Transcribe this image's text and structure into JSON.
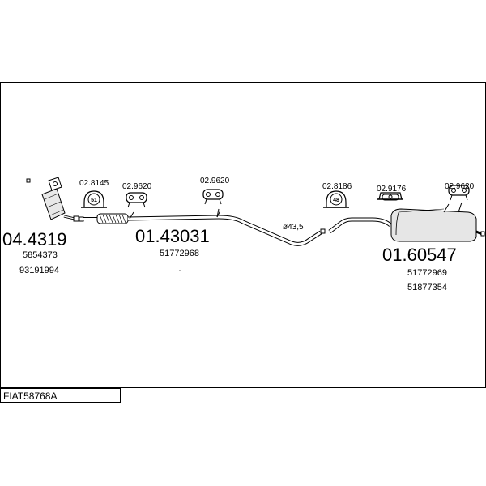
{
  "diagram_code": "FIAT58768A",
  "parts": [
    {
      "id": "catalyst",
      "number": "04.4319",
      "refs": [
        "5854373",
        "93191994"
      ]
    },
    {
      "id": "middle_pipe",
      "number": "01.43031",
      "refs": [
        "51772968"
      ]
    },
    {
      "id": "rear_silencer",
      "number": "01.60547",
      "refs": [
        "51772969",
        "51877354"
      ]
    }
  ],
  "accessories": [
    {
      "id": "clamp1",
      "number": "02.8145",
      "badge": "51"
    },
    {
      "id": "hanger1",
      "number": "02.9620"
    },
    {
      "id": "hanger2",
      "number": "02.9620"
    },
    {
      "id": "clamp2",
      "number": "02.8186",
      "badge": "48"
    },
    {
      "id": "bracket",
      "number": "02.9176"
    },
    {
      "id": "hanger3",
      "number": "02.9620"
    }
  ],
  "diameter_label": "ø43,5"
}
